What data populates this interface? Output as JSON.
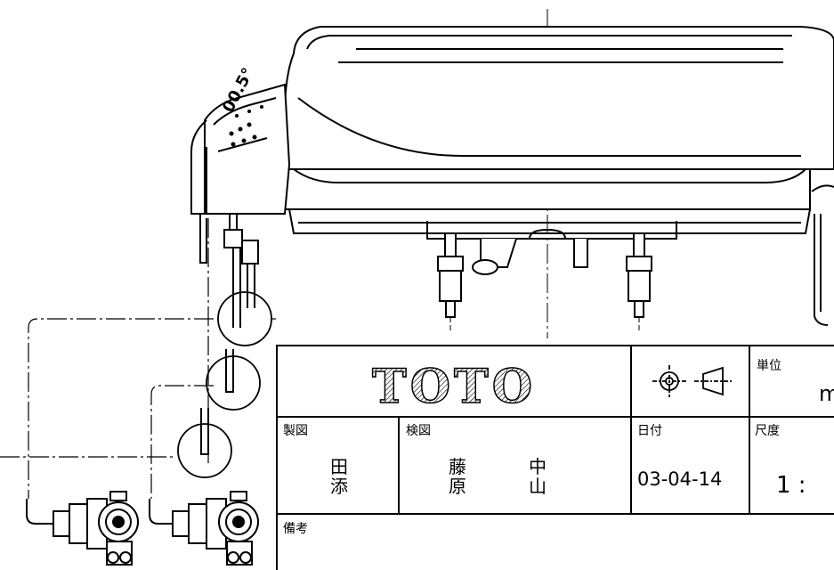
{
  "title_block": {
    "logo": "TOTO",
    "unit_label": "単位",
    "unit_value": "m",
    "drafted_label": "製図",
    "drafted_by_1": "田",
    "drafted_by_2": "添",
    "checked_label": "検図",
    "checker_a_1": "藤",
    "checker_a_2": "原",
    "checker_b_1": "中",
    "checker_b_2": "山",
    "date_label": "日付",
    "date_value": "03-04-14",
    "scale_label": "尺度",
    "scale_value": "1 :",
    "remarks_label": "備考"
  },
  "panel_label": "00.5°"
}
